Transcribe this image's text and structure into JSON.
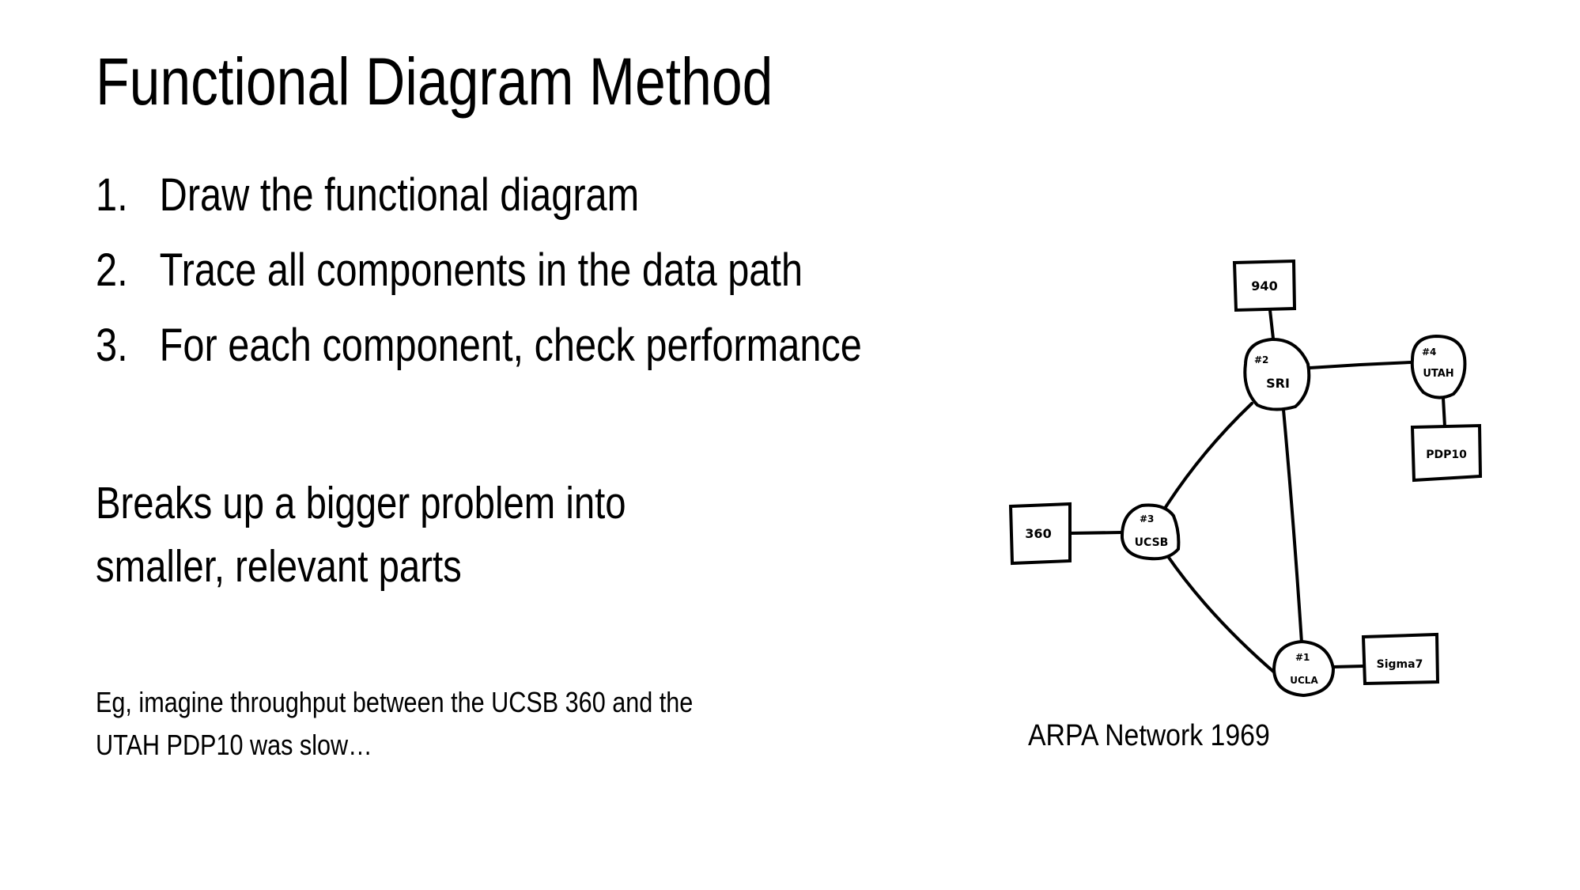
{
  "slide": {
    "title": "Functional Diagram Method",
    "steps": [
      {
        "number": "1.",
        "text": "Draw the functional diagram"
      },
      {
        "number": "2.",
        "text": "Trace all components in the data path"
      },
      {
        "number": "3.",
        "text": "For each component, check performance"
      }
    ],
    "summary_lines": [
      "Breaks up a bigger problem into",
      "smaller, relevant parts"
    ],
    "example_lines": [
      "Eg, imagine throughput between the UCSB 360 and the",
      "UTAH PDP10 was slow…"
    ],
    "figure_caption": "ARPA Network 1969"
  },
  "diagram": {
    "nodes": [
      {
        "id": "sri",
        "kind": "imp",
        "number": "#2",
        "label": "SRI"
      },
      {
        "id": "utah",
        "kind": "imp",
        "number": "#4",
        "label": "UTAH"
      },
      {
        "id": "ucsb",
        "kind": "imp",
        "number": "#3",
        "label": "UCSB"
      },
      {
        "id": "ucla",
        "kind": "imp",
        "number": "#1",
        "label": "UCLA"
      },
      {
        "id": "h940",
        "kind": "host",
        "label": "940"
      },
      {
        "id": "pdp10",
        "kind": "host",
        "label": "PDP10"
      },
      {
        "id": "h360",
        "kind": "host",
        "label": "360"
      },
      {
        "id": "sigma7",
        "kind": "host",
        "label": "Sigma7"
      }
    ],
    "edges": [
      [
        "h940",
        "sri"
      ],
      [
        "sri",
        "utah"
      ],
      [
        "utah",
        "pdp10"
      ],
      [
        "sri",
        "ucsb"
      ],
      [
        "sri",
        "ucla"
      ],
      [
        "h360",
        "ucsb"
      ],
      [
        "ucsb",
        "ucla"
      ],
      [
        "ucla",
        "sigma7"
      ]
    ]
  }
}
